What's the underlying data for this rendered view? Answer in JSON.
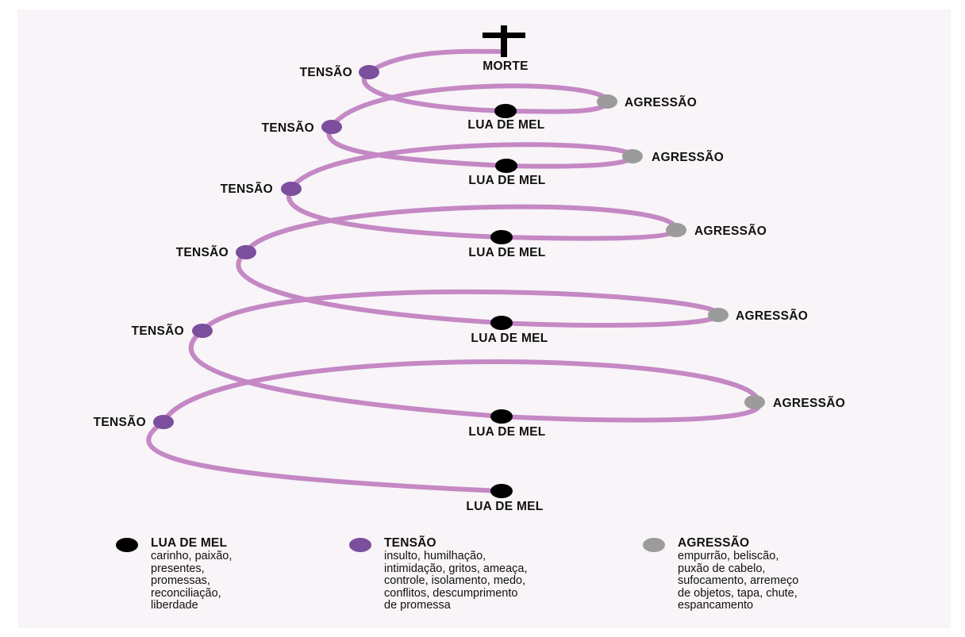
{
  "diagram": {
    "stages": {
      "death": "MORTE",
      "tension": "TENSÃO",
      "aggression": "AGRESSÃO",
      "honeymoon": "LUA DE MEL"
    },
    "colors": {
      "curve": "#c488c4",
      "tension_dot": "#7b4f9d",
      "aggression_dot": "#9b9b9b",
      "honeymoon_dot": "#000000",
      "background": "#f8f4f8"
    },
    "cycle_count": 6
  },
  "legend": [
    {
      "title": "LUA DE MEL",
      "color": "#000000",
      "description": "carinho, paixão,\npresentes,\npromessas,\nreconciliação,\nliberdade"
    },
    {
      "title": "TENSÃO",
      "color": "#7b4f9d",
      "description": "insulto, humilhação,\nintimidação, gritos, ameaça,\ncontrole, isolamento, medo,\nconflitos, descumprimento\nde promessa"
    },
    {
      "title": "AGRESSÃO",
      "color": "#9b9b9b",
      "description": " empurrão, beliscão,\npuxão de cabelo,\nsufocamento, arremeço\nde objetos, tapa, chute,\nespancamento"
    }
  ]
}
